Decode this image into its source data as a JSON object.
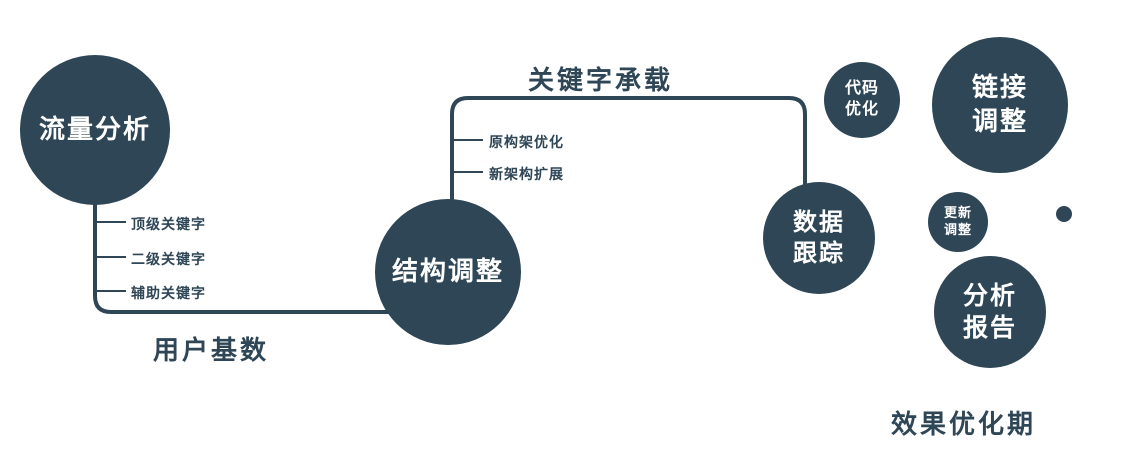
{
  "colors": {
    "node_fill": "#2e4656",
    "line": "#2e4656",
    "node_text": "#ffffff",
    "label_text": "#2e4656",
    "background": "#ffffff"
  },
  "nodes": {
    "traffic": {
      "label": "流量分析"
    },
    "structure": {
      "label": "结构调整"
    },
    "data_tracking": {
      "line1": "数据",
      "line2": "跟踪"
    },
    "code_opt": {
      "line1": "代码",
      "line2": "优化"
    },
    "link_adjust": {
      "line1": "链接",
      "line2": "调整"
    },
    "update_adjust": {
      "line1": "更新",
      "line2": "调整"
    },
    "analysis_report": {
      "line1": "分析",
      "line2": "报告"
    }
  },
  "edges": {
    "user_base_label": "用户基数",
    "keyword_carry_label": "关键字承载"
  },
  "branch1": {
    "items": [
      "顶级关键字",
      "二级关键字",
      "辅助关键字"
    ]
  },
  "branch2": {
    "items": [
      "原构架优化",
      "新架构扩展"
    ]
  },
  "footer": {
    "label": "效果优化期"
  }
}
